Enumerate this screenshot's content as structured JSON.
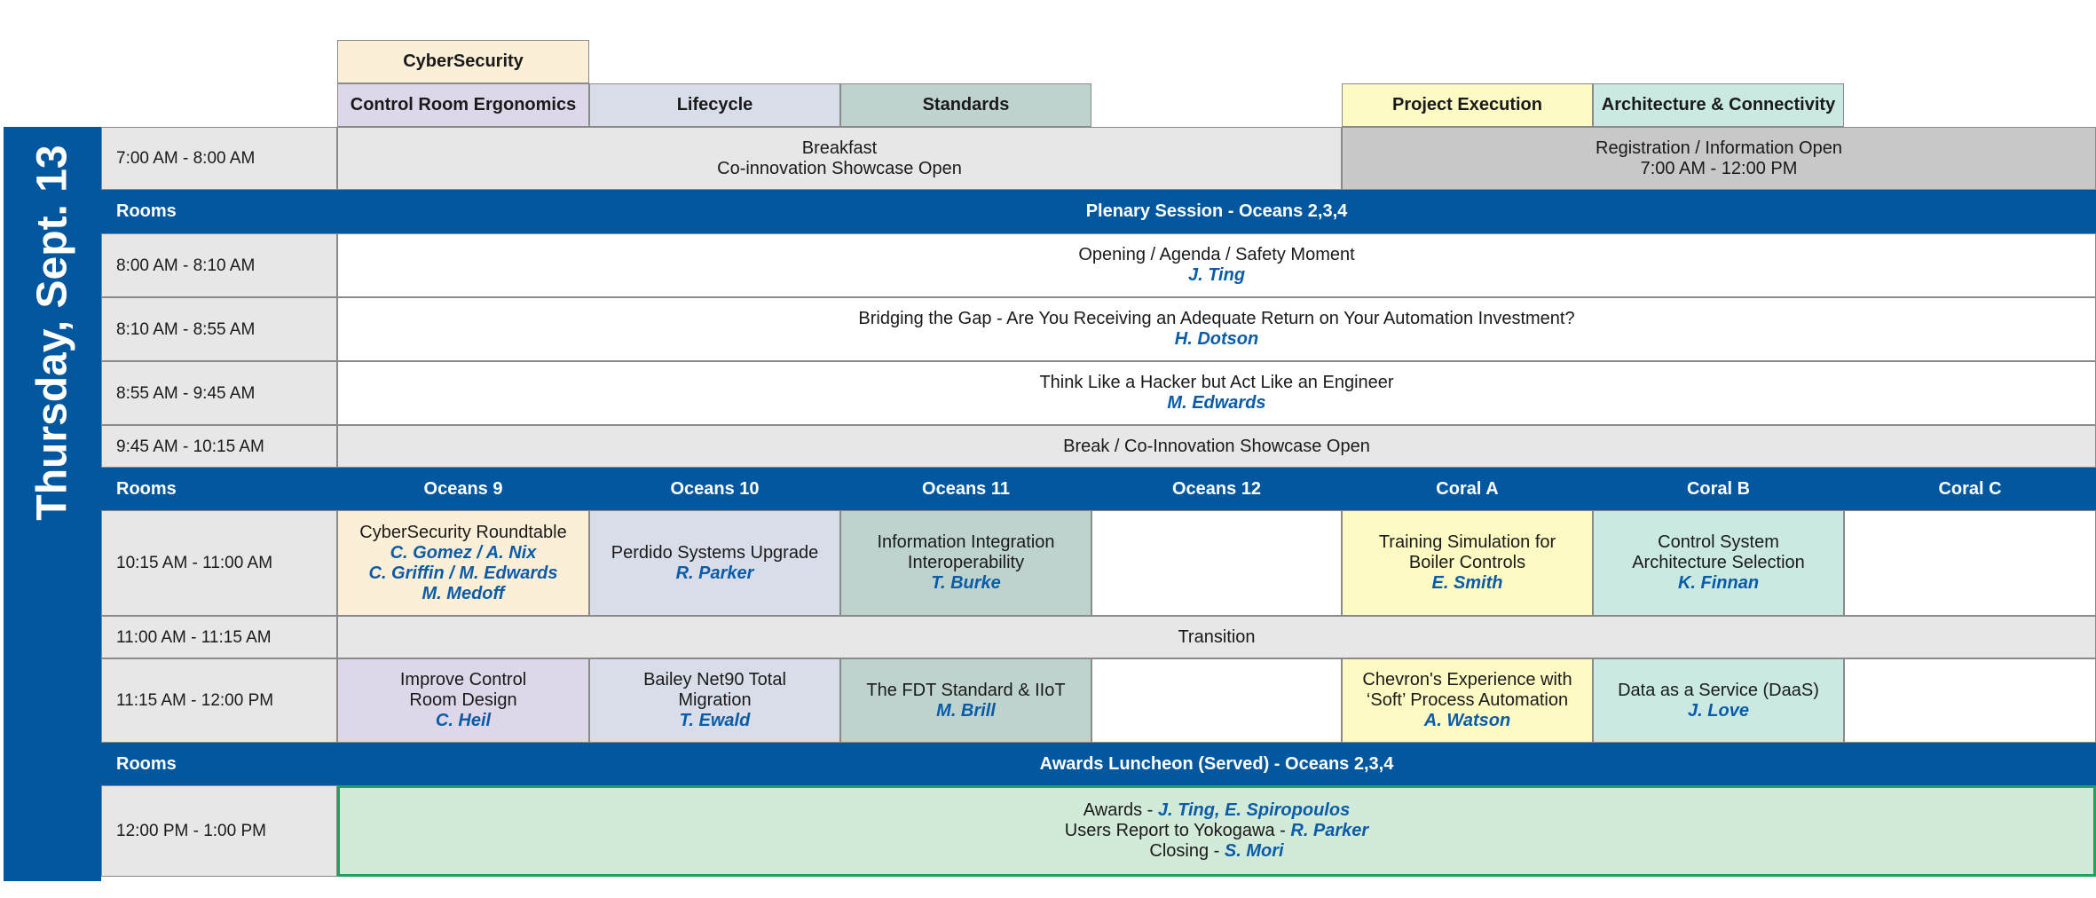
{
  "day_label": "Thursday, Sept. 13",
  "colors": {
    "band_blue": "#02579e",
    "cybersecurity": "#fcefd8",
    "control_room_ergonomics": "#ded6e9",
    "lifecycle": "#d8dde9",
    "standards": "#bfd3ce",
    "project_execution": "#fdfac3",
    "architecture_connectivity": "#cae9e2",
    "speaker_text": "#0a5ca8",
    "luncheon_border": "#20a25a"
  },
  "legend": {
    "cybersecurity": "CyberSecurity",
    "control_room_ergonomics": "Control Room Ergonomics",
    "lifecycle": "Lifecycle",
    "standards": "Standards",
    "project_execution": "Project Execution",
    "architecture_connectivity": "Architecture & Connectivity"
  },
  "rooms_label": "Rooms",
  "rooms": [
    "Oceans 9",
    "Oceans 10",
    "Oceans 11",
    "Oceans 12",
    "Coral A",
    "Coral B",
    "Coral C"
  ],
  "times": {
    "t0700": "7:00 AM - 8:00 AM",
    "t0800": "8:00 AM - 8:10 AM",
    "t0810": "8:10 AM - 8:55 AM",
    "t0855": "8:55 AM - 9:45 AM",
    "t0945": "9:45 AM - 10:15 AM",
    "t1015": "10:15 AM - 11:00 AM",
    "t1100": "11:00 AM - 11:15 AM",
    "t1115": "11:15 AM - 12:00 PM",
    "t1200": "12:00 PM - 1:00 PM"
  },
  "breakfast": {
    "line1": "Breakfast",
    "line2": "Co-innovation Showcase Open"
  },
  "registration": {
    "line1": "Registration / Information Open",
    "line2": "7:00 AM - 12:00 PM"
  },
  "plenary_band": "Plenary Session - Oceans 2,3,4",
  "opening": {
    "title": "Opening / Agenda / Safety Moment",
    "speaker": "J. Ting"
  },
  "bridging": {
    "title": "Bridging the Gap - Are You Receiving an Adequate Return on Your Automation Investment?",
    "speaker": "H. Dotson"
  },
  "hacker": {
    "title": "Think Like a Hacker but Act Like an Engineer",
    "speaker": "M. Edwards"
  },
  "break": "Break / Co-Innovation Showcase Open",
  "s1": {
    "cyber": {
      "title": "CyberSecurity Roundtable",
      "sp1": "C. Gomez / A. Nix",
      "sp2": "C. Griffin / M. Edwards",
      "sp3": "M. Medoff"
    },
    "perdido": {
      "title": "Perdido Systems Upgrade",
      "speaker": "R. Parker"
    },
    "info": {
      "title1": "Information Integration",
      "title2": "Interoperability",
      "speaker": "T. Burke"
    },
    "training": {
      "title1": "Training Simulation for",
      "title2": "Boiler Controls",
      "speaker": "E. Smith"
    },
    "control": {
      "title1": "Control System",
      "title2": "Architecture Selection",
      "speaker": "K. Finnan"
    }
  },
  "transition": "Transition",
  "s2": {
    "improve": {
      "title1": "Improve Control",
      "title2": "Room Design",
      "speaker": "C. Heil"
    },
    "bailey": {
      "title1": "Bailey Net90 Total",
      "title2": "Migration",
      "speaker": "T. Ewald"
    },
    "fdt": {
      "title": "The FDT Standard & IIoT",
      "speaker": "M. Brill"
    },
    "chevron": {
      "title1": "Chevron's Experience with",
      "title2": "‘Soft’ Process Automation",
      "speaker": "A. Watson"
    },
    "daas": {
      "title": "Data as a Service (DaaS)",
      "speaker": "J. Love"
    }
  },
  "luncheon_band": "Awards Luncheon (Served) - Oceans 2,3,4",
  "luncheon": {
    "awards_label": "Awards - ",
    "awards_speakers": "J. Ting, E. Spiropoulos",
    "report_label": "Users Report to Yokogawa - ",
    "report_speaker": "R. Parker",
    "closing_label": "Closing - ",
    "closing_speaker": "S. Mori"
  }
}
